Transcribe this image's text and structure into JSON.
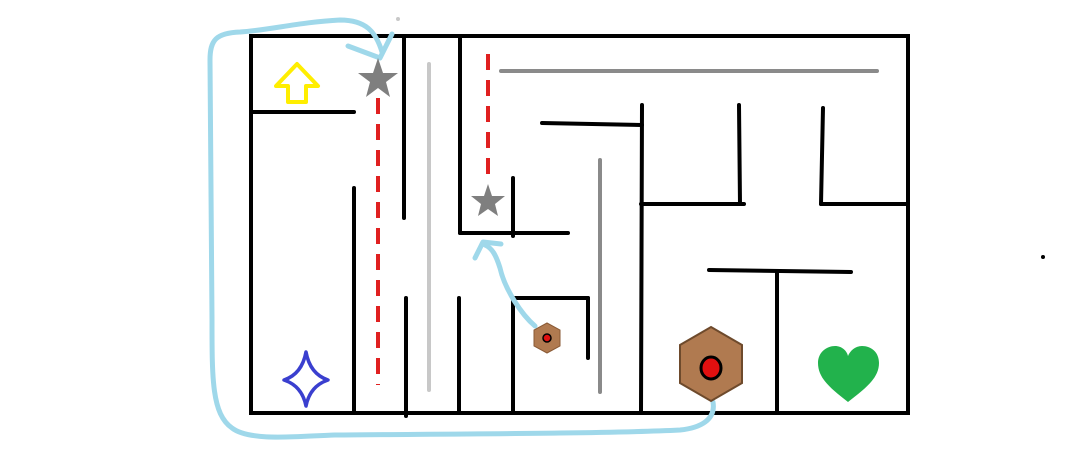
{
  "game": {
    "type": "maze-puzzle",
    "colors": {
      "background": "#ffffff",
      "maze_wall": "#000000",
      "light_gray_bar": "#c8c8c8",
      "mid_gray_bar": "#8a8a8a",
      "laser_beam": "#e02020",
      "portal_path": "#9fd8ea",
      "arrow_tile": "#ffee00",
      "player_star": "#3a3fcf",
      "goal_heart": "#22b24c",
      "turret_body": "#b07a50",
      "turret_core": "#e01010",
      "laser_emitter_star": "#7f7f7f"
    },
    "entities": [
      {
        "name": "up-arrow",
        "icon": "up-arrow-icon",
        "color": "#ffee00"
      },
      {
        "name": "player",
        "icon": "four-point-star-icon",
        "color": "#3a3fcf"
      },
      {
        "name": "goal",
        "icon": "heart-icon",
        "color": "#22b24c"
      },
      {
        "name": "laser-emitter-top",
        "icon": "star-icon",
        "color": "#7f7f7f"
      },
      {
        "name": "laser-emitter-middle",
        "icon": "star-icon",
        "color": "#7f7f7f"
      },
      {
        "name": "small-turret",
        "icon": "hexagon-turret-icon",
        "color": "#b07a50"
      },
      {
        "name": "large-turret",
        "icon": "hexagon-turret-icon",
        "color": "#b07a50"
      }
    ],
    "connections": [
      {
        "name": "portal-path-outer",
        "from": "large-turret",
        "to": "laser-emitter-top",
        "color": "#9fd8ea"
      },
      {
        "name": "portal-path-inner",
        "from": "small-turret",
        "to": "laser-emitter-middle",
        "color": "#9fd8ea"
      }
    ]
  }
}
